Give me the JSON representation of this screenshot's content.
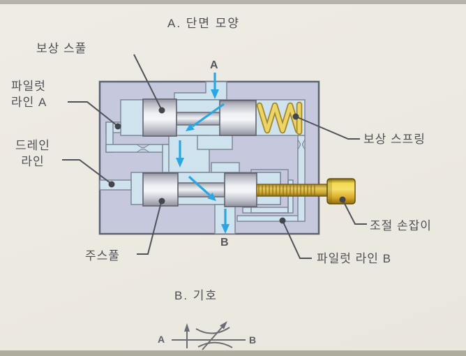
{
  "figure": {
    "section_a_title": "A. 단면 모양",
    "section_b_title": "B. 기호",
    "port_a": "A",
    "port_b": "B",
    "labels": {
      "compensator_spool": "보상 스풀",
      "pilot_line_a": "파일럿\n라인 A",
      "drain_line": "드레인\n라인",
      "main_spool": "주스풀",
      "compensator_spring": "보상 스프링",
      "adjust_knob": "조절 손잡이",
      "pilot_line_b": "파일럿 라인 B"
    },
    "symbol": {
      "port_a": "A",
      "port_b": "B"
    }
  },
  "colors": {
    "page_background": "#edeae3",
    "valve_body": "#c6c9de",
    "channel": "#cfe3ee",
    "flow_arrow": "#2ba6e2",
    "spring": "#e8d157",
    "screw_thread": "#d8b33c",
    "knob": "#e8c93e",
    "leader_line": "#50525a",
    "text": "#4e5056"
  }
}
